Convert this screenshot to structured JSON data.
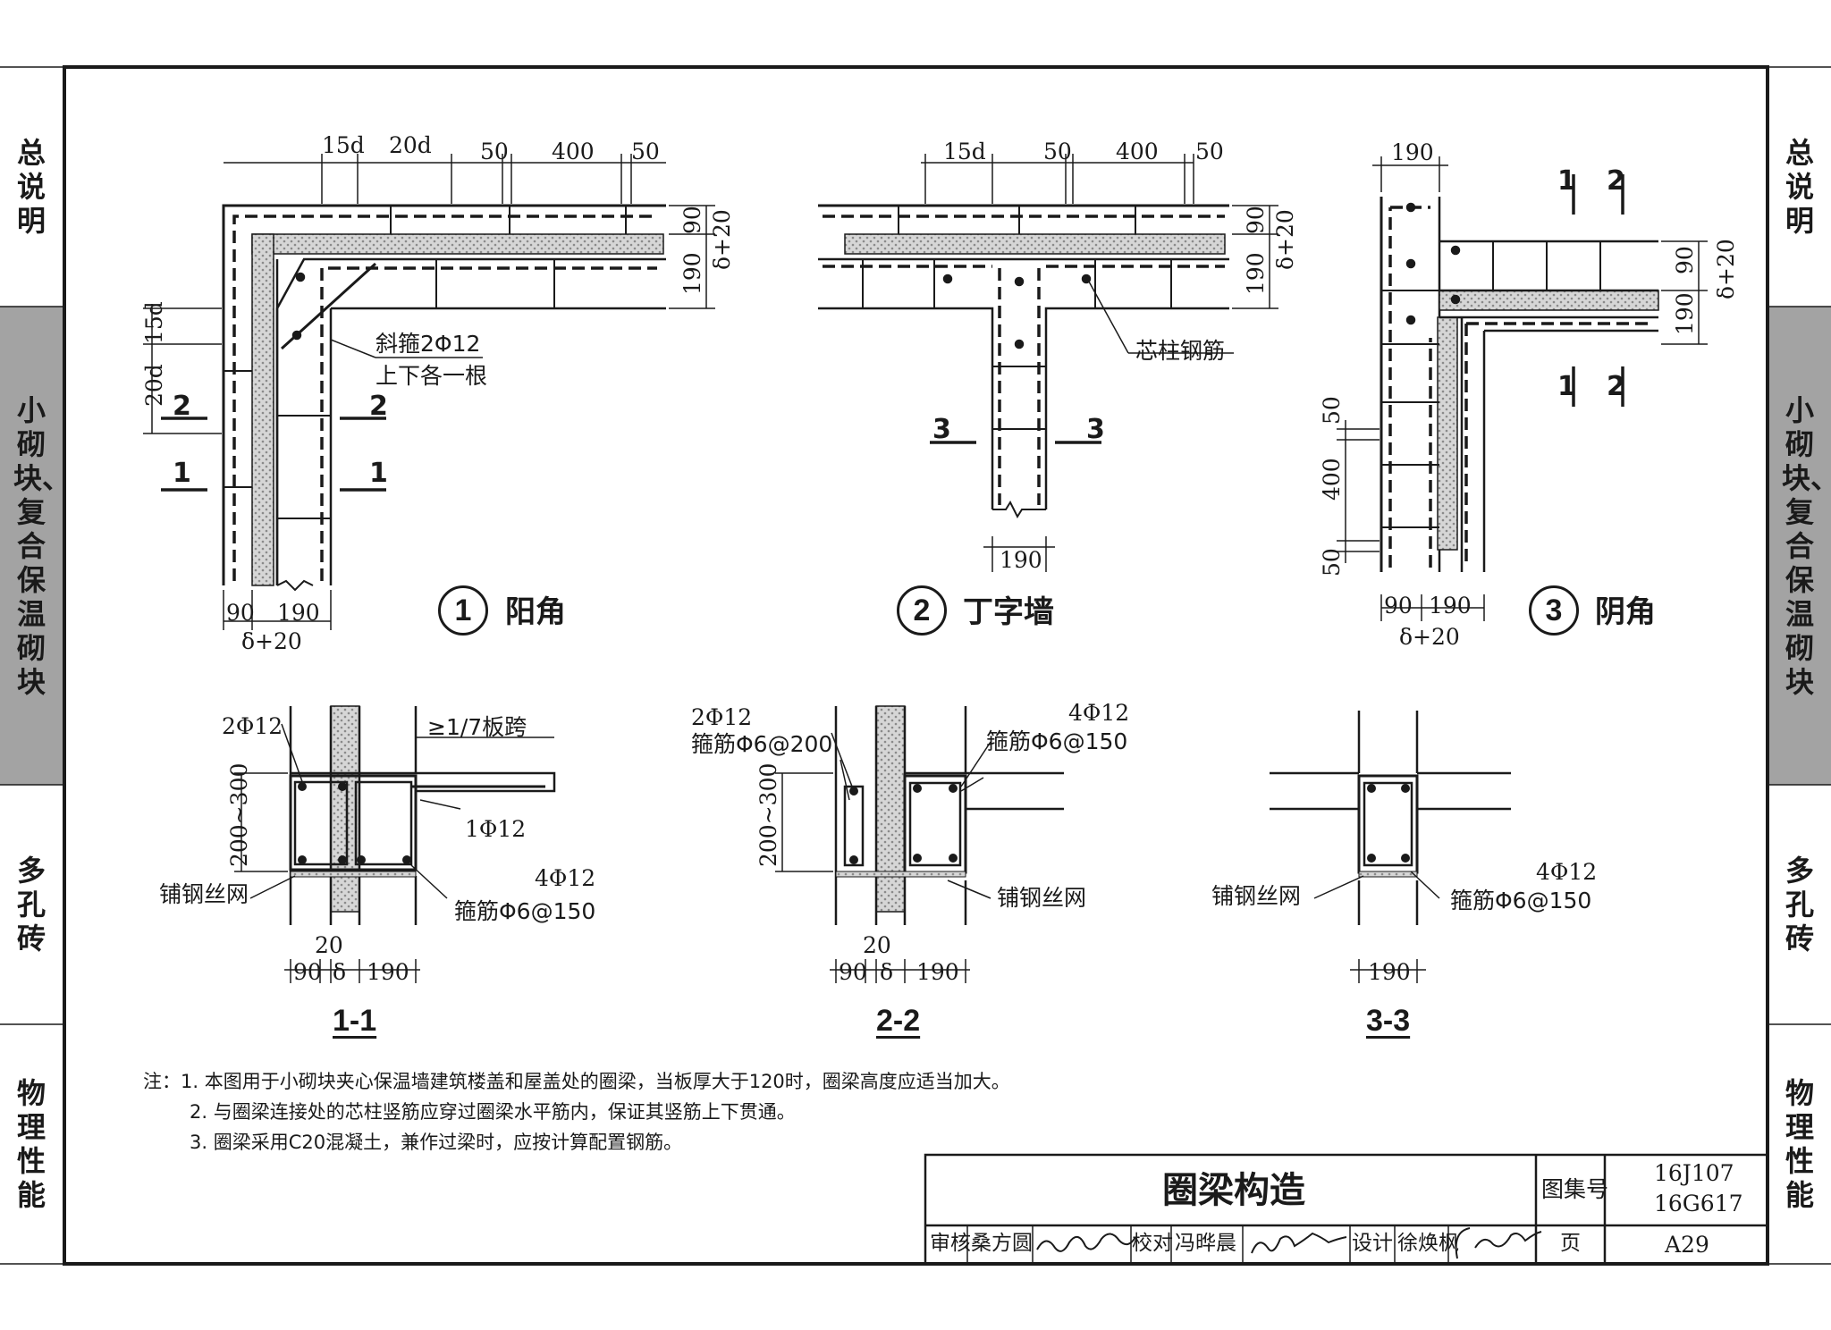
{
  "side_tabs": {
    "left": [
      "总说明",
      "小砌块、复合保温砌块",
      "多孔砖",
      "物理性能"
    ],
    "right": [
      "总说明",
      "小砌块、复合保温砌块",
      "多孔砖",
      "物理性能"
    ],
    "active_index": 1
  },
  "detail1": {
    "number": "1",
    "title": "阳角",
    "dims_top": [
      "15d",
      "20d",
      "50",
      "400",
      "50"
    ],
    "dims_right": [
      "90",
      "190",
      "δ+20"
    ],
    "dims_left": [
      "15d",
      "20d"
    ],
    "dims_bottom": [
      "90",
      "190",
      "δ+20"
    ],
    "callout": [
      "斜箍2Φ12",
      "上下各一根"
    ],
    "cuts": [
      "2",
      "2",
      "1",
      "1"
    ]
  },
  "detail2": {
    "number": "2",
    "title": "丁字墙",
    "dims_top": [
      "15d",
      "50",
      "400",
      "50"
    ],
    "dims_right": [
      "90",
      "190",
      "δ+20"
    ],
    "dims_bottom": [
      "190"
    ],
    "callout": "芯柱钢筋",
    "cuts": [
      "3",
      "3"
    ]
  },
  "detail3": {
    "number": "3",
    "title": "阴角",
    "dims_top": [
      "190"
    ],
    "dims_right": [
      "90",
      "190",
      "δ+20"
    ],
    "dims_left": [
      "50",
      "400",
      "50"
    ],
    "dims_bottom": [
      "90",
      "190",
      "δ+20"
    ],
    "cuts": [
      "1",
      "2",
      "1",
      "2"
    ]
  },
  "section11": {
    "title": "1-1",
    "labels": [
      "2Φ12",
      "≥1/7板跨",
      "1Φ12",
      "4Φ12",
      "箍筋Φ6@150",
      "铺钢丝网",
      "200~300"
    ],
    "dims": [
      "20",
      "90",
      "δ",
      "190"
    ]
  },
  "section22": {
    "title": "2-2",
    "labels": [
      "2Φ12",
      "箍筋Φ6@200",
      "4Φ12",
      "箍筋Φ6@150",
      "铺钢丝网",
      "200~300"
    ],
    "dims": [
      "20",
      "90",
      "δ",
      "190"
    ]
  },
  "section33": {
    "title": "3-3",
    "labels": [
      "4Φ12",
      "箍筋Φ6@150",
      "铺钢丝网"
    ],
    "dims": [
      "190"
    ]
  },
  "notes": [
    "注：1. 本图用于小砌块夹心保温墙建筑楼盖和屋盖处的圈梁，当板厚大于120时，圈梁高度应适当加大。",
    "2. 与圈梁连接处的芯柱竖筋应穿过圈梁水平筋内，保证其竖筋上下贯通。",
    "3. 圈梁采用C20混凝土，兼作过梁时，应按计算配置钢筋。"
  ],
  "title_block": {
    "drawing_title": "圈梁构造",
    "atlas_label": "图集号",
    "atlas_numbers": [
      "16J107",
      "16G617"
    ],
    "review_label": "审核",
    "reviewer": "桑方圆",
    "check_label": "校对",
    "checker": "冯晔晨",
    "design_label": "设计",
    "designer": "徐焕枫",
    "page_label": "页",
    "page": "A29"
  },
  "colors": {
    "line": "#1a1a1a",
    "tab_active": "#a3a3a3",
    "insulation": "#c8c8c8"
  }
}
